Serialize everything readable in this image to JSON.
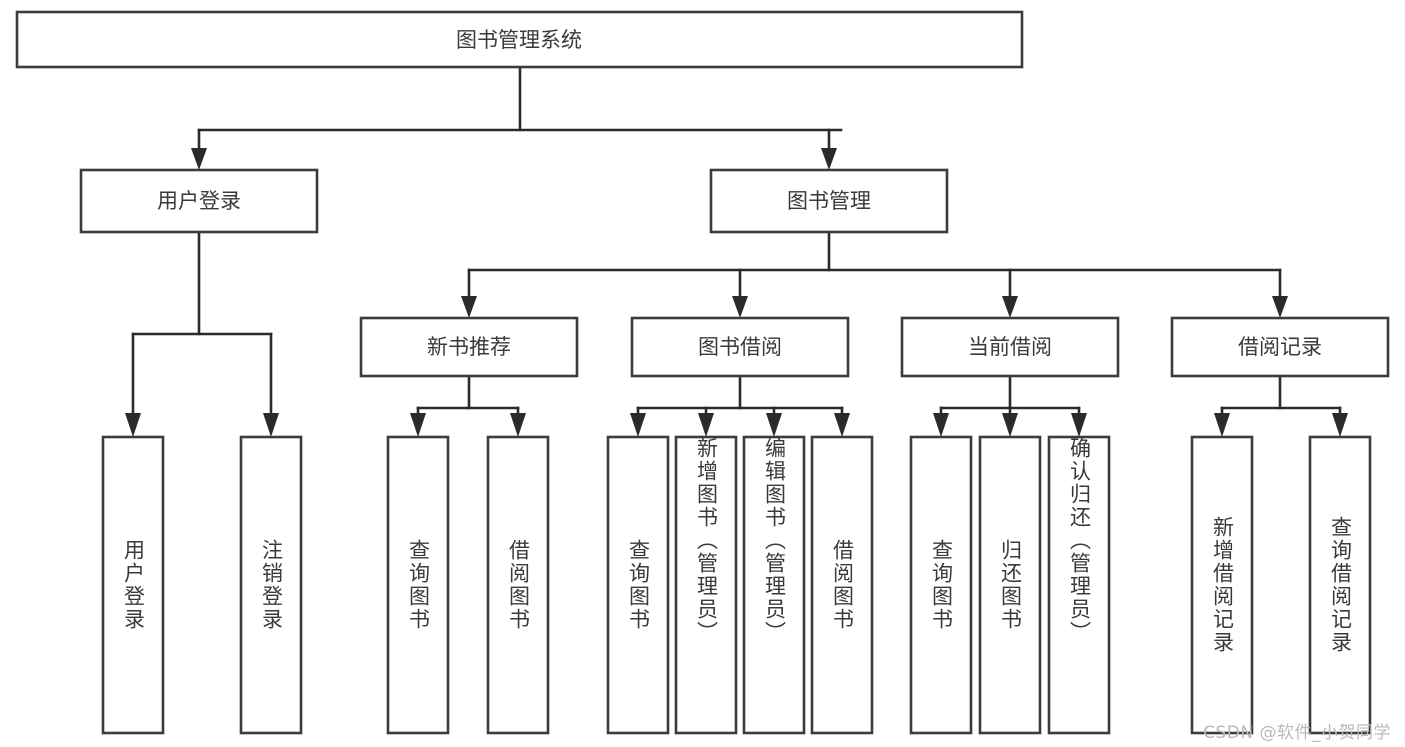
{
  "diagram": {
    "title": "图书管理系统",
    "type": "tree",
    "watermark": "CSDN @软件_小贺同学",
    "colors": {
      "box_stroke": "#3c3c3c",
      "connector": "#2b2b2b",
      "text": "#3a3a3a",
      "background": "#ffffff",
      "watermark": "#b9b9b9"
    },
    "root": {
      "label": "图书管理系统"
    },
    "level2": [
      {
        "label": "用户登录"
      },
      {
        "label": "图书管理"
      }
    ],
    "level3": [
      {
        "label": "新书推荐"
      },
      {
        "label": "图书借阅"
      },
      {
        "label": "当前借阅"
      },
      {
        "label": "借阅记录"
      }
    ],
    "leaves": {
      "user_login": [
        {
          "label": "用户登录"
        },
        {
          "label": "注销登录"
        }
      ],
      "new_book_recommend": [
        {
          "label": "查询图书"
        },
        {
          "label": "借阅图书"
        }
      ],
      "book_borrow": [
        {
          "label": "查询图书"
        },
        {
          "label": "新增图书（管理员）"
        },
        {
          "label": "编辑图书（管理员）"
        },
        {
          "label": "借阅图书"
        }
      ],
      "current_borrow": [
        {
          "label": "查询图书"
        },
        {
          "label": "归还图书"
        },
        {
          "label": "确认归还（管理员）"
        }
      ],
      "borrow_record": [
        {
          "label": "新增借阅记录"
        },
        {
          "label": "查询借阅记录"
        }
      ]
    }
  }
}
